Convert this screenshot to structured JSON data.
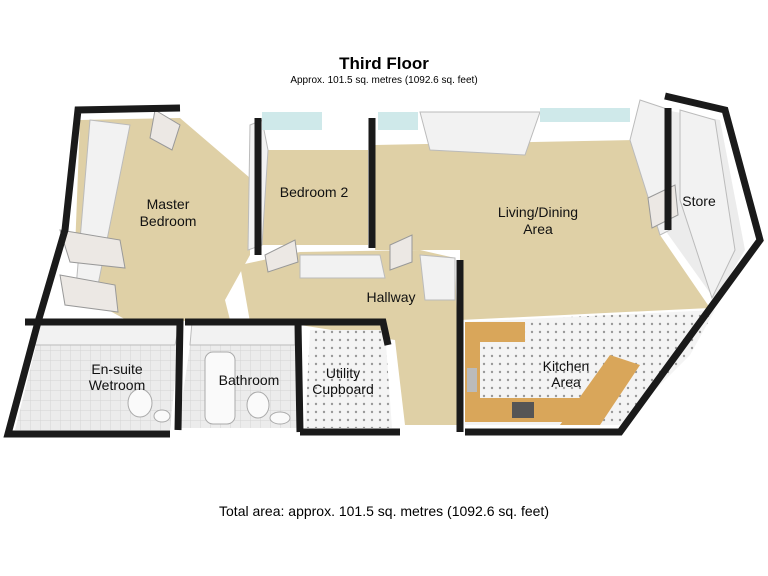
{
  "floor": {
    "title": "Third Floor",
    "subtitle": "Approx. 101.5 sq. metres (1092.6 sq. feet)"
  },
  "rooms": {
    "master_bedroom": [
      "Master",
      "Bedroom"
    ],
    "bedroom_2": "Bedroom 2",
    "living_dining": [
      "Living/Dining",
      "Area"
    ],
    "store": "Store",
    "hallway": "Hallway",
    "ensuite": [
      "En-suite",
      "Wetroom"
    ],
    "bathroom": "Bathroom",
    "utility": [
      "Utility",
      "Cupboard"
    ],
    "kitchen": [
      "Kitchen",
      "Area"
    ]
  },
  "total_area": "Total area: approx. 101.5 sq. metres (1092.6 sq. feet)",
  "colors": {
    "carpet": "#dfd0a6",
    "wall": "#1a1a1a",
    "wall_face": "#f2f2f2",
    "tile": "#eaeaea",
    "worktop": "#d9a65a",
    "window": "#cfe9ea"
  }
}
